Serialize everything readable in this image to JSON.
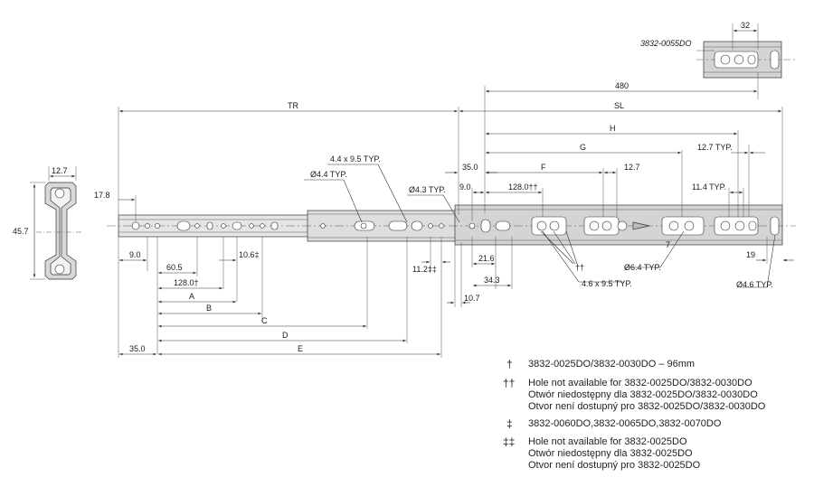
{
  "model_label": "3832-0055DO",
  "dims": {
    "top_32": "32",
    "d480": "480",
    "tr": "TR",
    "sl": "SL",
    "h": "H",
    "g": "G",
    "f": "F",
    "d12_7_typ": "12.7 TYP.",
    "d11_4_typ": "11.4 TYP.",
    "d12_7": "12.7",
    "d12_7_left": "12.7",
    "d45_7": "45.7",
    "d17_8": "17.8",
    "slot_4_4": "4.4 x 9.5 TYP.",
    "hole_4_4": "Ø4.4 TYP.",
    "hole_4_3": "Ø4.3 TYP.",
    "d35_0_top": "35.0",
    "d9_0_top": "9.0",
    "d128_dd": "128.0††",
    "d9_0": "9.0",
    "d60_5": "60.5",
    "d10_6": "10.6‡",
    "d128_d": "128.0†",
    "a": "A",
    "b": "B",
    "c": "C",
    "d": "D",
    "e": "E",
    "d35_0": "35.0",
    "d11_2": "11.2‡‡",
    "d21_6": "21.6",
    "d34_3": "34.3",
    "d10_7": "10.7",
    "dd_mark": "††",
    "slot_4_6": "4.6 x 9.5 TYP.",
    "hole_6_4": "Ø6.4 TYP.",
    "hole_4_6": "Ø4.6 TYP.",
    "d7": "7",
    "d19": "19"
  },
  "notes": [
    {
      "symbol": "†",
      "lines": [
        "3832-0025DO/3832-0030DO – 96mm"
      ]
    },
    {
      "symbol": "††",
      "lines": [
        "Hole not available for 3832-0025DO/3832-0030DO",
        "Otwór niedostępny dla 3832-0025DO/3832-0030DO",
        "Otvor není dostupný pro 3832-0025DO/3832-0030DO"
      ]
    },
    {
      "symbol": "‡",
      "lines": [
        "3832-0060DO,3832-0065DO,3832-0070DO"
      ]
    },
    {
      "symbol": "‡‡",
      "lines": [
        "Hole not available for 3832-0025DO",
        "Otwór niedostępny dla 3832-0025DO",
        "Otvor není dostupný pro 3832-0025DO"
      ]
    }
  ],
  "colors": {
    "line": "#333333",
    "rail": "#e4e4e4",
    "rail_dark": "#c8c8c8",
    "text": "#1a1a1a"
  }
}
